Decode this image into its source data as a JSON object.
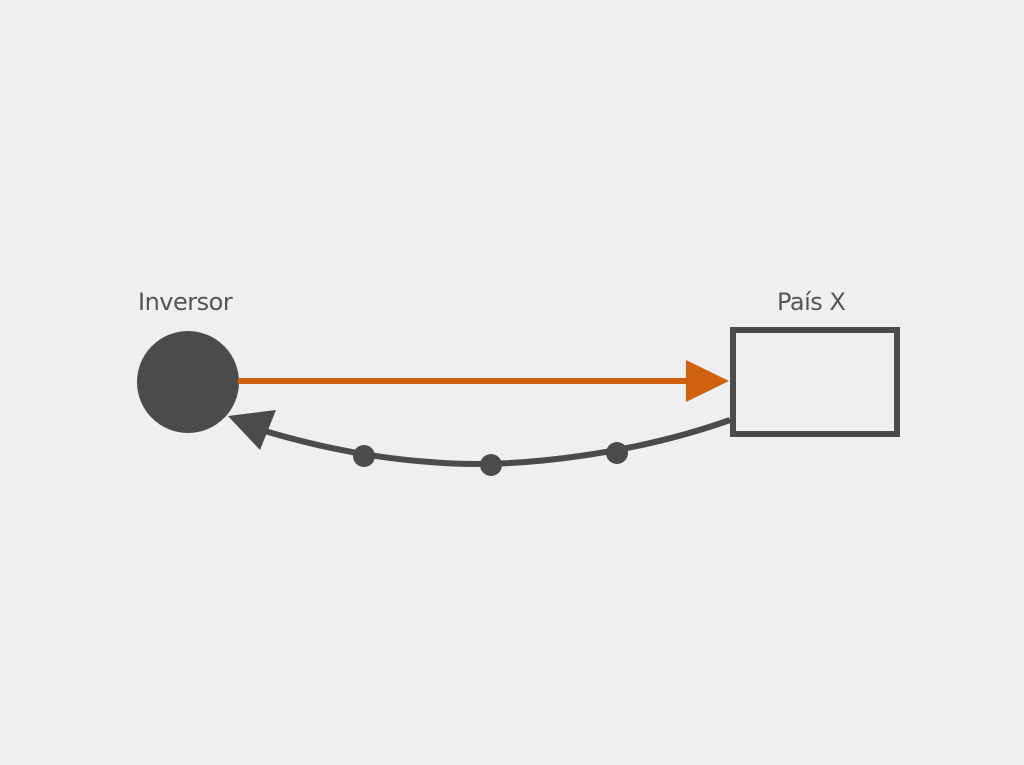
{
  "nodes": {
    "investor": {
      "label": "Inversor",
      "shape": "circle",
      "color": "#4b4b4b"
    },
    "country": {
      "label": "País X",
      "shape": "rectangle",
      "color": "#4b4b4b"
    }
  },
  "edges": [
    {
      "from": "investor",
      "to": "country",
      "style": "straight-arrow",
      "color": "#d0620f"
    },
    {
      "from": "country",
      "to": "investor",
      "style": "curved-arrow-with-dots",
      "color": "#4b4b4b",
      "dots": 3
    }
  ]
}
